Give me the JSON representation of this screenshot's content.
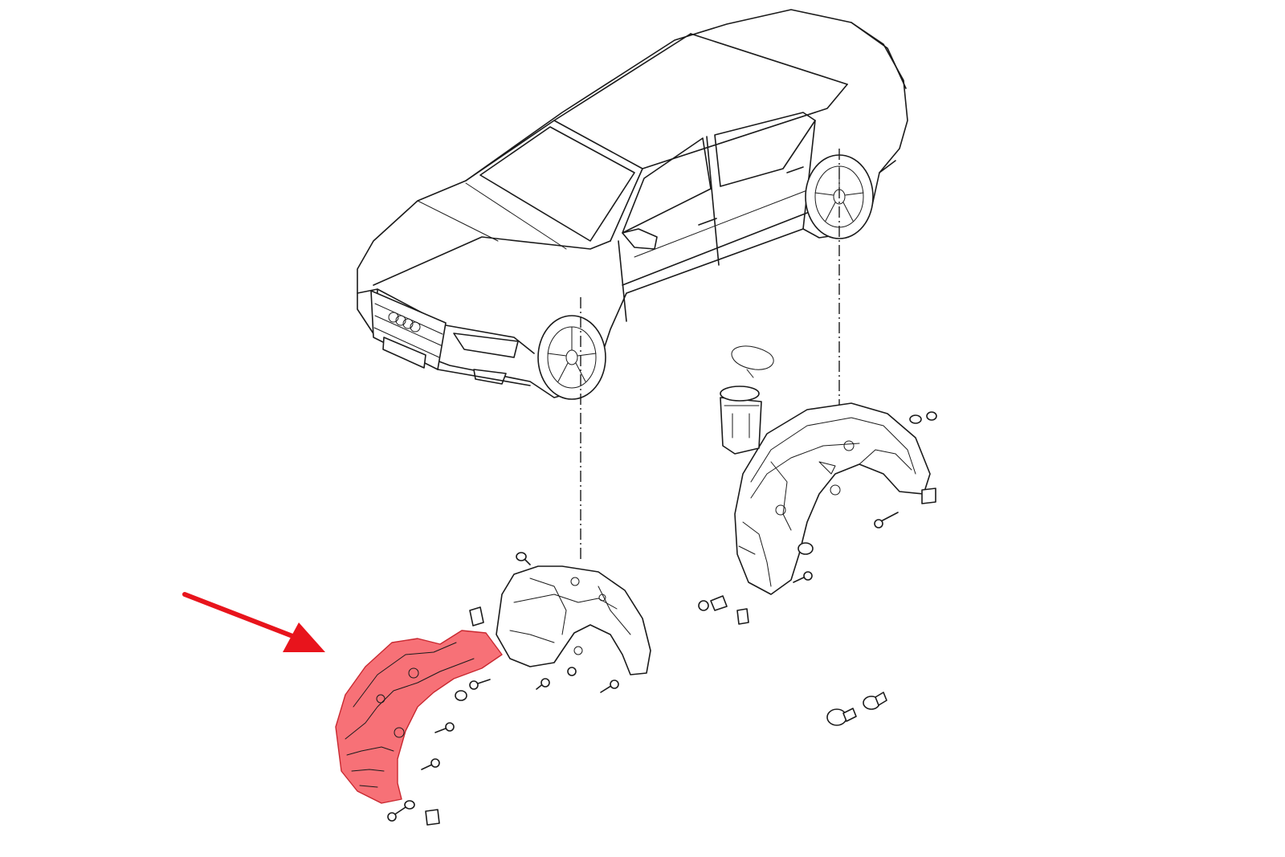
{
  "diagram": {
    "colors": {
      "highlight": "#f0454d",
      "highlight_fill": "#f77177",
      "arrow": "#e8141c",
      "line": "#1a1a1a",
      "background": "#ffffff"
    },
    "components": [
      "car-illustration",
      "front-wheel-housing-liner-highlighted",
      "front-wheel-housing-liner-rear-section",
      "rear-wheel-housing-liner",
      "fuel-filler-housing",
      "screws",
      "clips",
      "expansion-nuts"
    ],
    "icons": [
      "pointer-arrow-icon"
    ]
  }
}
